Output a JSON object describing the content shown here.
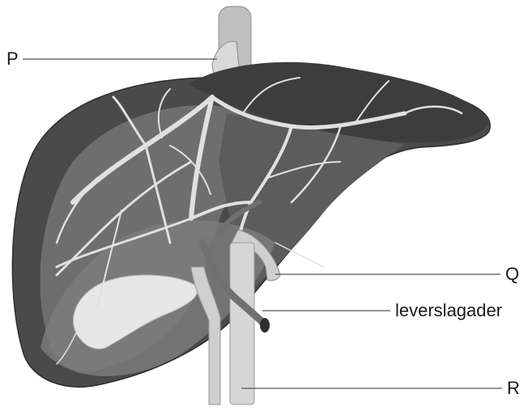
{
  "labels": {
    "p": "P",
    "q": "Q",
    "artery": "leverslagader",
    "r": "R"
  }
}
